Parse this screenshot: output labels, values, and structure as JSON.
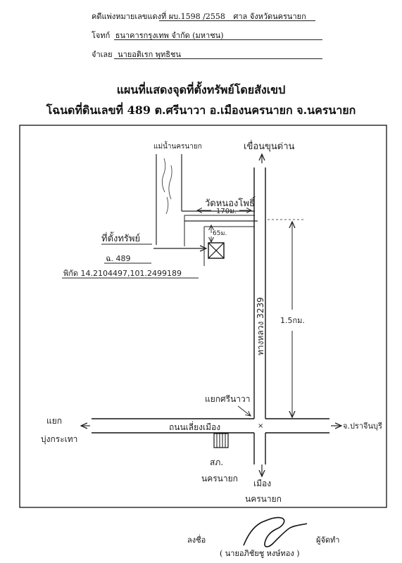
{
  "header": {
    "case_label": "คดีแพ่งหมายเลขแดงที่",
    "case_number": "ผบ.1598 /2558",
    "court_label": "ศาล",
    "court_name": "จังหวัดนครนายก",
    "plaintiff_label": "โจทก์",
    "plaintiff_name": "ธนาคารกรุงเทพ จำกัด (มหาชน)",
    "defendant_label": "จำเลย",
    "defendant_name": "นายอติเรก พุทธิชน"
  },
  "title": {
    "line1": "แผนที่แสดงจุดที่ตั้งทรัพย์โดยสังเขป",
    "line2": "โฉนดที่ดินเลขที่ 489 ต.ศรีนาวา อ.เมืองนครนายก จ.นครนายก"
  },
  "map": {
    "canal_label": "แม่น้ำนครนายก",
    "dam_label": "เขื่อนขุนด่าน",
    "temple_label": "วัดหนองโพธิ์",
    "distance_temple": "170ม.",
    "distance_property": "65ม.",
    "property_label": "ที่ตั้งทรัพย์",
    "deed_label": "ฉ. 489",
    "coords": "พิกัด 14.2104497,101.2499189",
    "highway_label": "ทางหลวง 3239",
    "distance_highway": "1.5กม.",
    "junction_label": "แยกศรีนาวา",
    "road_label": "ถนนเลี่ยงเมือง",
    "west_label_1": "แยก",
    "west_label_2": "บุ่งกระเทา",
    "east_label": "จ.ปราจีนบุรี",
    "police_label_1": "สภ.",
    "police_label_2": "นครนายก",
    "south_label_1": "เมือง",
    "south_label_2": "นครนายก"
  },
  "footer": {
    "sign_label": "ลงชื่อ",
    "signer_name": "( นายอภิชัยชู หงษ์ทอง )",
    "role_label": "ผู้จัดทำ"
  }
}
